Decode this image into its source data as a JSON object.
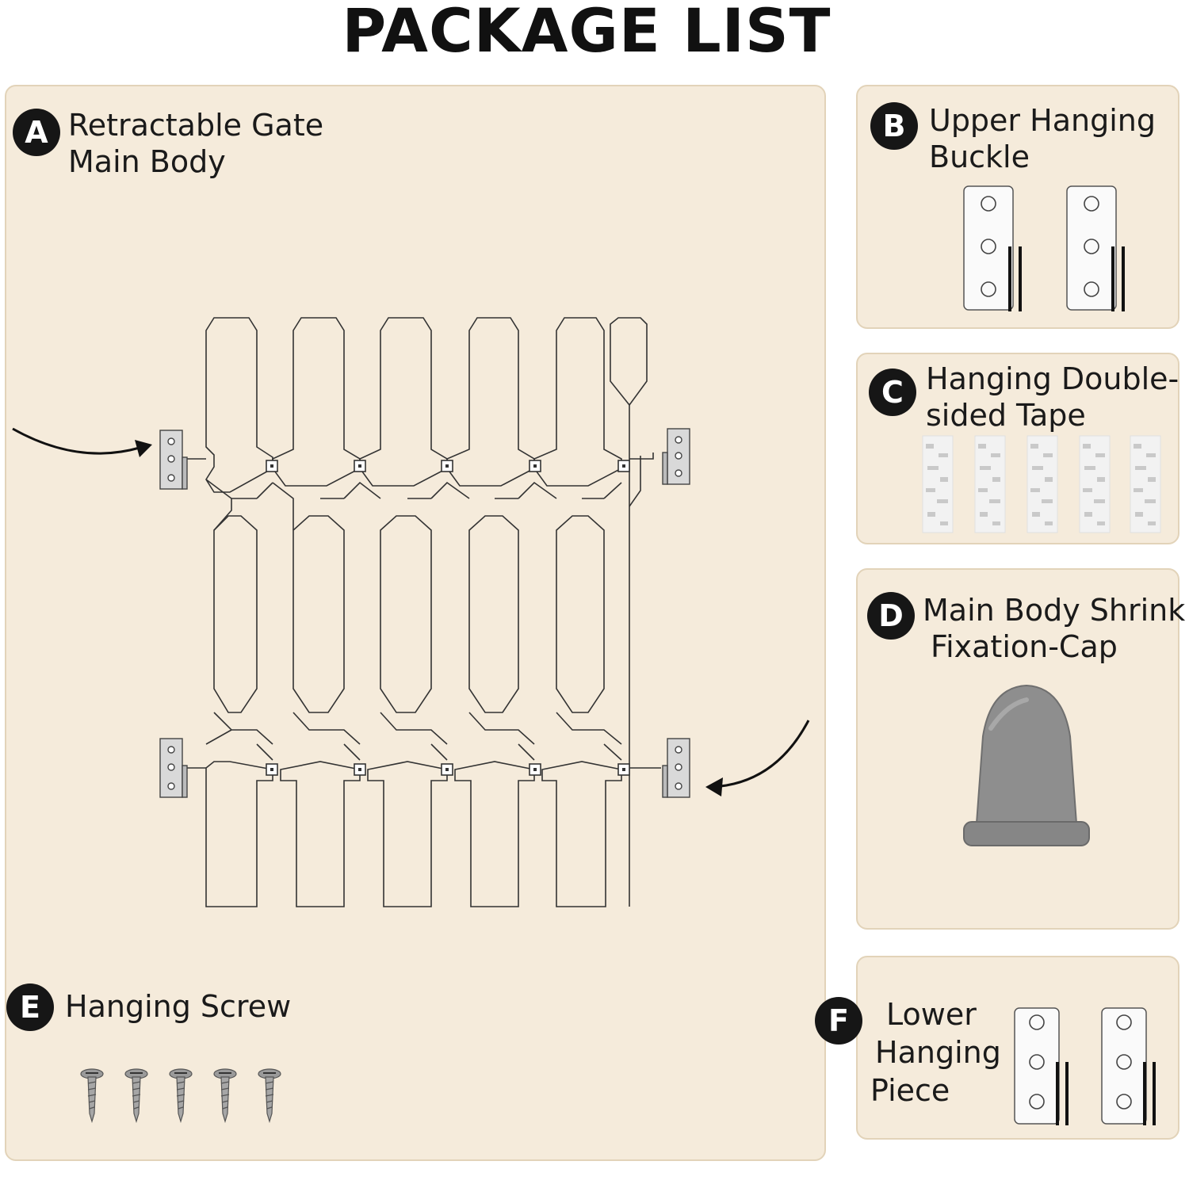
{
  "title": "PACKAGE LIST",
  "items": {
    "a": {
      "letter": "A",
      "line1": "Retractable Gate",
      "line2": "Main Body"
    },
    "b": {
      "letter": "B",
      "line1": "Upper Hanging",
      "line2": "Buckle"
    },
    "c": {
      "letter": "C",
      "line1": "Hanging Double-",
      "line2": "sided Tape"
    },
    "d": {
      "letter": "D",
      "line1": "Main Body Shrink",
      "line2": "Fixation-Cap"
    },
    "e": {
      "letter": "E",
      "line1": "Hanging Screw"
    },
    "f": {
      "letter": "F",
      "line1": "Lower",
      "line2": "Hanging",
      "line3": "Piece"
    }
  },
  "colors": {
    "panel_bg": "#f5ebdb",
    "panel_border": "#e2d3b9",
    "badge_bg": "#161616",
    "cap_gray": "#8e8e8e"
  },
  "icons": [
    "gate-drawing",
    "bracket-icon",
    "tape-strip-icon",
    "cap-icon",
    "screw-icon",
    "arrow-icon"
  ]
}
